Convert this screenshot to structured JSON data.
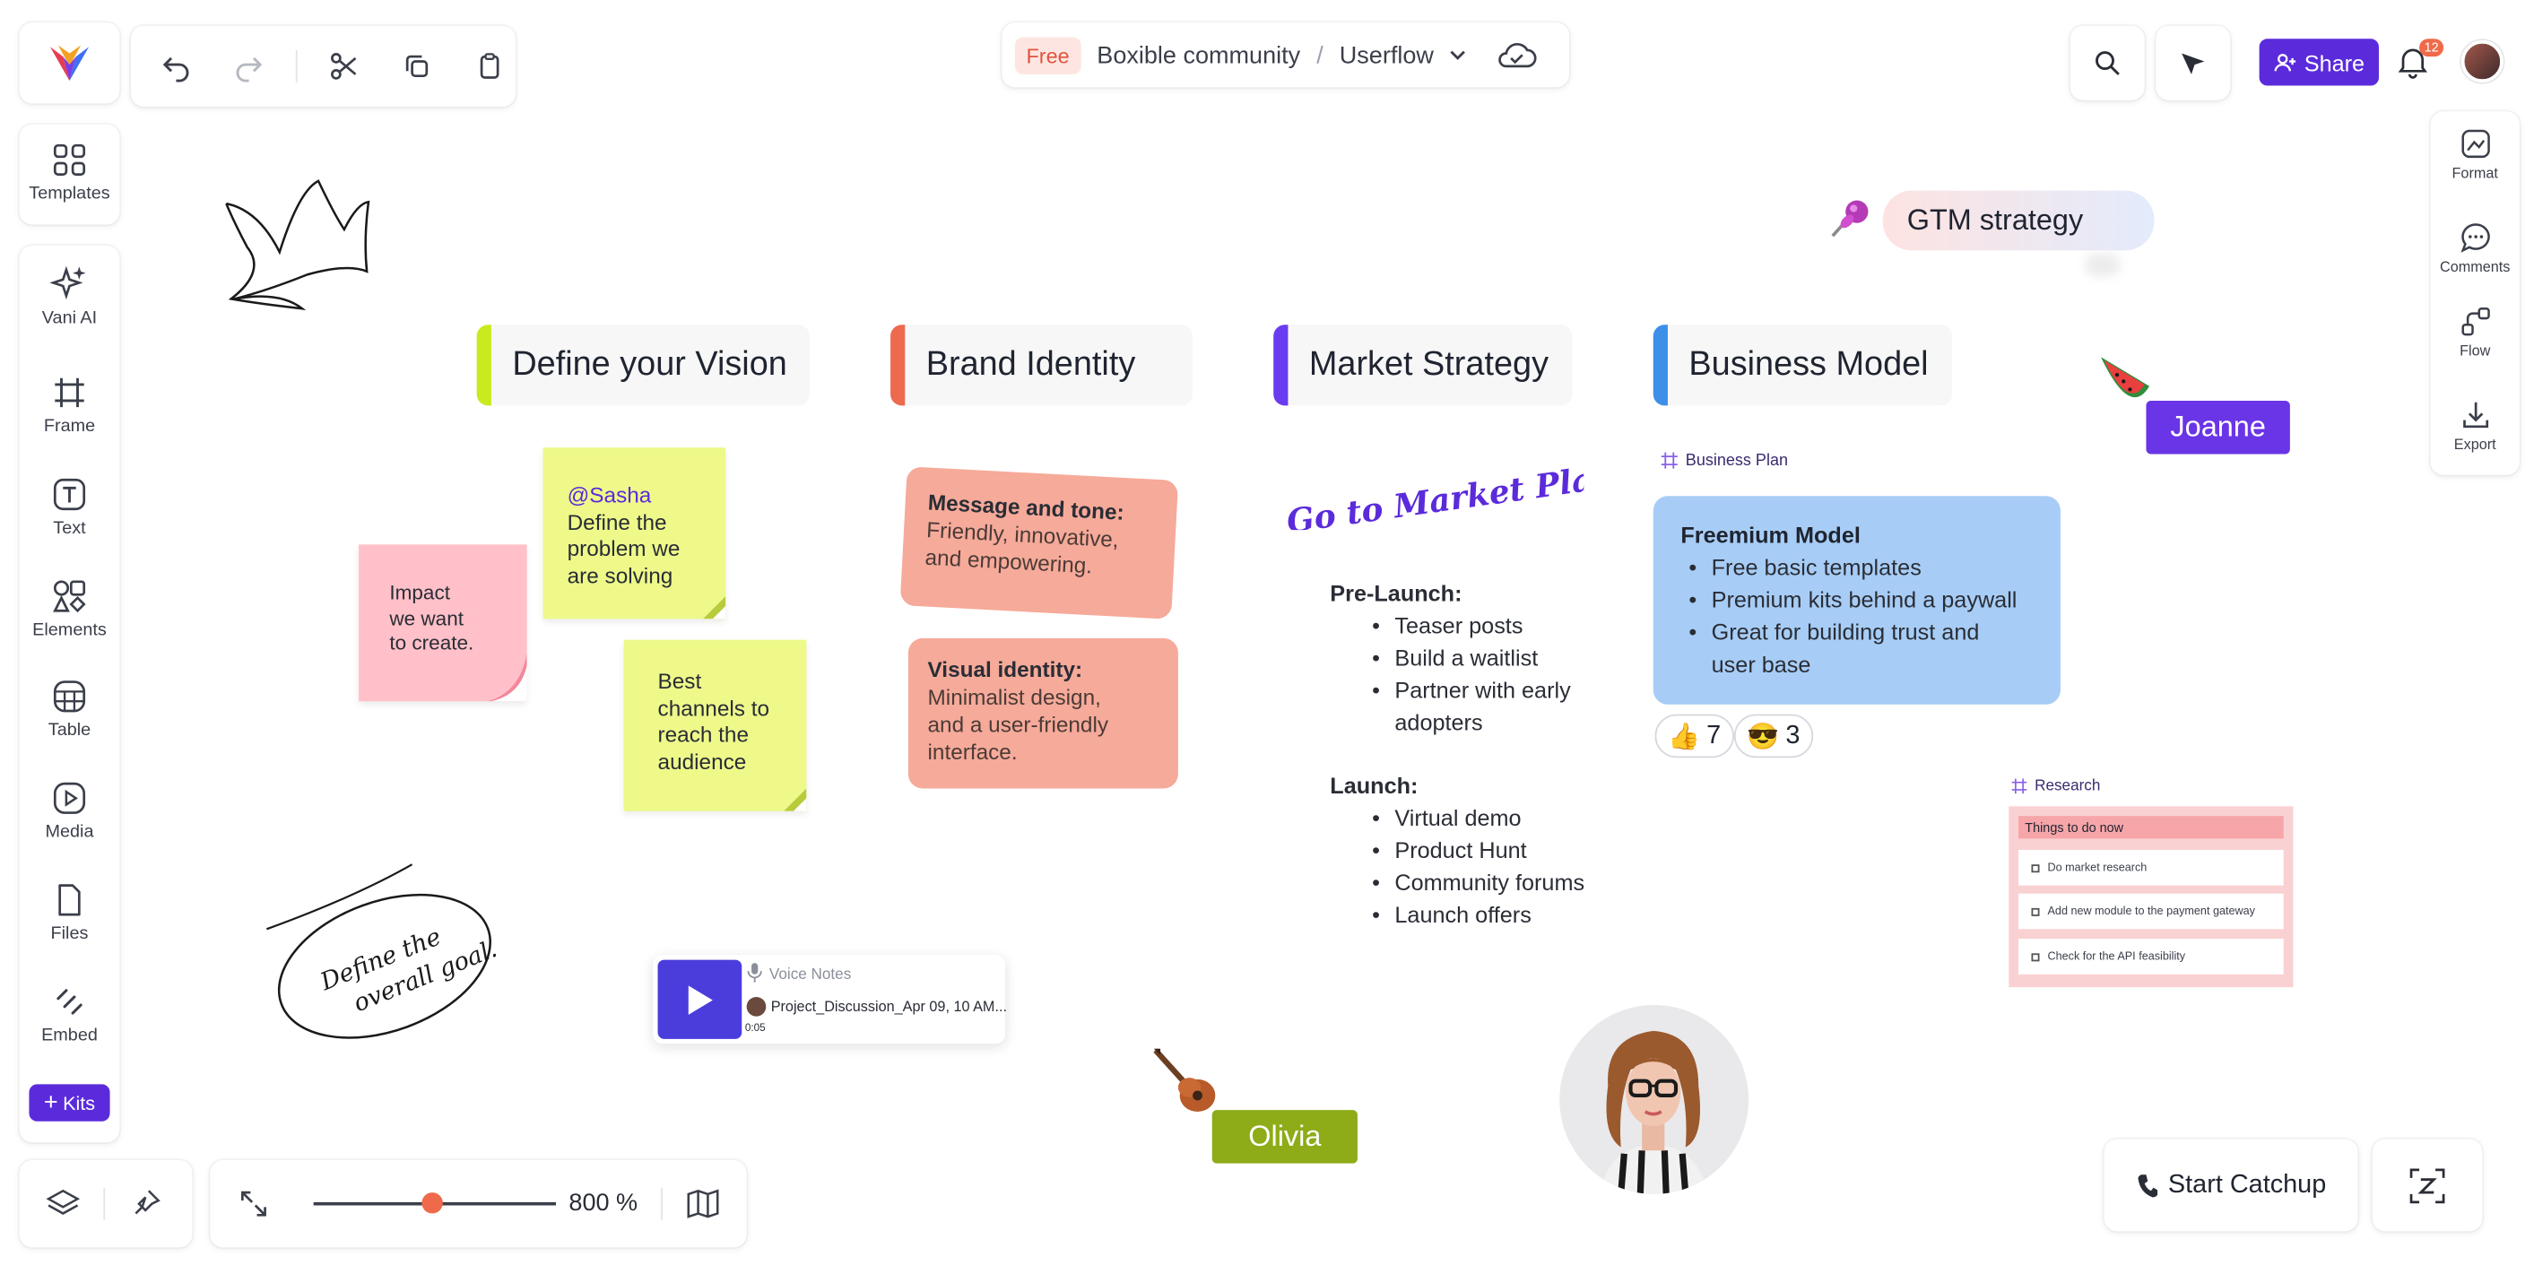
{
  "breadcrumb": {
    "badge": "Free",
    "workspace": "Boxible community",
    "separator": "/",
    "board": "Userflow"
  },
  "top_right": {
    "share_label": "Share",
    "notification_count": "12"
  },
  "left_sidebar": {
    "templates": "Templates",
    "items": [
      {
        "label": "Vani AI",
        "icon": "sparkle-icon"
      },
      {
        "label": "Frame",
        "icon": "frame-icon"
      },
      {
        "label": "Text",
        "icon": "text-icon"
      },
      {
        "label": "Elements",
        "icon": "shapes-icon"
      },
      {
        "label": "Table",
        "icon": "table-icon"
      },
      {
        "label": "Media",
        "icon": "media-icon"
      },
      {
        "label": "Files",
        "icon": "file-icon"
      },
      {
        "label": "Embed",
        "icon": "embed-icon"
      }
    ],
    "kits_label": "Kits"
  },
  "right_sidebar": {
    "items": [
      {
        "label": "Format",
        "icon": "format-icon"
      },
      {
        "label": "Comments",
        "icon": "comments-icon"
      },
      {
        "label": "Flow",
        "icon": "flow-icon"
      },
      {
        "label": "Export",
        "icon": "export-icon"
      }
    ]
  },
  "zoom": {
    "level_label": "800 %",
    "slider_fraction": 0.49
  },
  "bottom": {
    "start_catchup": "Start Catchup"
  },
  "canvas": {
    "headers": {
      "vision": "Define your Vision",
      "brand": "Brand Identity",
      "market": "Market Strategy",
      "business": "Business Model"
    },
    "gtm_label": "GTM strategy",
    "handwritten_goal": [
      "Define the",
      "overall goal."
    ],
    "stickies": {
      "impact": [
        "Impact",
        "we want",
        "to create."
      ],
      "sasha_mention": "@Sasha",
      "problem": [
        "Define the",
        "problem we",
        "are solving"
      ],
      "channels": [
        "Best",
        "channels to",
        "reach the",
        "audience"
      ]
    },
    "brand_cards": {
      "message_title": "Message and tone:",
      "message_body": [
        "Friendly, innovative,",
        "and empowering."
      ],
      "visual_title": "Visual identity:",
      "visual_body": [
        "Minimalist design,",
        "and a user-friendly",
        "interface."
      ]
    },
    "market": {
      "handwritten_title": "Go to Market Plan?",
      "pre_launch_title": "Pre-Launch:",
      "pre_launch_items": [
        "Teaser posts",
        "Build a waitlist",
        "Partner with early",
        "adopters"
      ],
      "launch_title": "Launch:",
      "launch_items": [
        "Virtual demo",
        "Product Hunt",
        "Community forums",
        "Launch offers"
      ]
    },
    "business": {
      "plan_label": "Business Plan",
      "card_title": "Freemium Model",
      "items": [
        "Free basic templates",
        "Premium kits behind a paywall",
        "Great for building trust and",
        "user base"
      ],
      "reactions": [
        {
          "emoji": "👍",
          "count": "7"
        },
        {
          "emoji": "😎",
          "count": "3"
        }
      ]
    },
    "research": {
      "label": "Research",
      "header": "Things to do now",
      "todos": [
        "Do market research",
        "Add new module to the payment gateway",
        "Check for the API feasibility"
      ]
    },
    "voice_note": {
      "label": "Voice Notes",
      "file": "Project_Discussion_Apr 09, 10 AM...",
      "duration": "0:05"
    },
    "collaborators": {
      "joanne": "Joanne",
      "olivia": "Olivia"
    }
  },
  "colors": {
    "accent": "#5b2bdb",
    "vision_bar": "#c9ea1f",
    "brand_bar": "#ee6a4f",
    "market_bar": "#6a3cf0",
    "business_bar": "#3d8fe8",
    "sticky_yellow": "#eef98a",
    "sticky_pink": "#ffc0c9",
    "brand_card": "#f6aa9a",
    "freemium_card": "#a7cdf6",
    "joanne_tag": "#6a35e6",
    "olivia_tag": "#8dac17"
  }
}
